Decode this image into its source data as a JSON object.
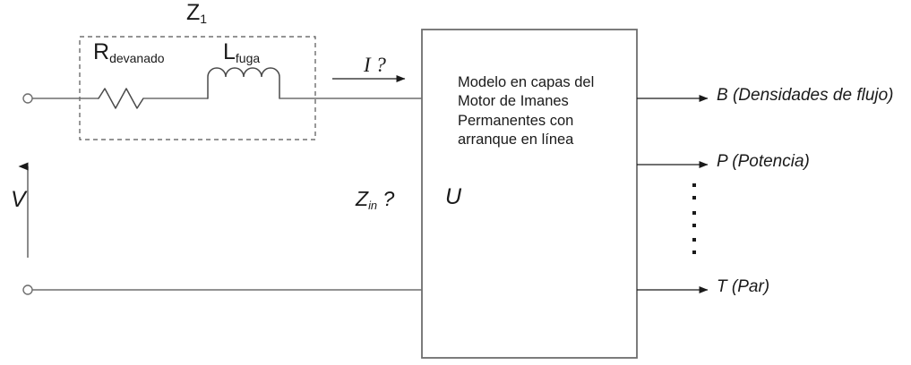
{
  "diagram": {
    "title_label": "Z",
    "impedance_block": {
      "name": "Z",
      "name_sub": "1",
      "resistor_label": "R",
      "resistor_sub": "devanado",
      "inductor_label": "L",
      "inductor_sub": "fuga"
    },
    "current_label": "I ?",
    "voltage_label": "V",
    "input_impedance_label": "Z",
    "input_impedance_sub": "in",
    "input_impedance_query": " ?",
    "internal_voltage_label": "U",
    "model_box": {
      "text": "Modelo en capas del Motor de Imanes Permanentes con arranque en línea"
    },
    "outputs": [
      {
        "label": "B (Densidades de flujo)"
      },
      {
        "label": "P (Potencia)"
      },
      {
        "label": "T (Par)"
      }
    ],
    "ellipsis_dot_count": 6,
    "colors": {
      "wire": "#6e6e6e",
      "box_border": "#6e6e6e",
      "dashed_border": "#555555",
      "arrow": "#1a1a1a",
      "text": "#1a1a1a",
      "background": "#ffffff"
    }
  }
}
